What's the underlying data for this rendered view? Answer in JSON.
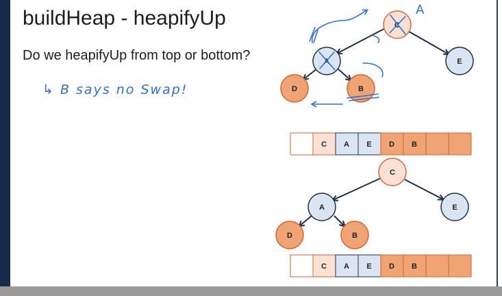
{
  "slide": {
    "title": "buildHeap - heapifyUp",
    "question": "Do we heapifyUp from top or bottom?",
    "handwritten_note": "↳ B   says  no  Swap!",
    "annotation_A": "A"
  },
  "colors": {
    "blue_node": "#dbe4f3",
    "orange_node": "#f0a476",
    "peach_node": "#fbe1d3",
    "edge": "#1f2f47",
    "ink": "#2f6fd4",
    "left_bar": "#16294a",
    "bottom_bar": "#9a9a9a"
  },
  "tree_before": {
    "nodes": [
      {
        "id": "root",
        "label": "C",
        "style": "peach"
      },
      {
        "id": "l",
        "label": "A",
        "style": "blue"
      },
      {
        "id": "r",
        "label": "E",
        "style": "blue"
      },
      {
        "id": "ll",
        "label": "D",
        "style": "orange"
      },
      {
        "id": "lr",
        "label": "B",
        "style": "orange"
      }
    ]
  },
  "array_before": {
    "cells": [
      {
        "label": "",
        "style": "white"
      },
      {
        "label": "C",
        "style": "peach"
      },
      {
        "label": "A",
        "style": "blue"
      },
      {
        "label": "E",
        "style": "blue"
      },
      {
        "label": "D",
        "style": "orange"
      },
      {
        "label": "B",
        "style": "orange"
      },
      {
        "label": "",
        "style": "orange"
      },
      {
        "label": "",
        "style": "orange"
      }
    ]
  },
  "tree_after": {
    "nodes": [
      {
        "id": "root",
        "label": "C",
        "style": "peach"
      },
      {
        "id": "l",
        "label": "A",
        "style": "blue"
      },
      {
        "id": "r",
        "label": "E",
        "style": "blue"
      },
      {
        "id": "ll",
        "label": "D",
        "style": "orange"
      },
      {
        "id": "lr",
        "label": "B",
        "style": "orange"
      }
    ]
  },
  "array_after": {
    "cells": [
      {
        "label": "",
        "style": "white"
      },
      {
        "label": "C",
        "style": "peach"
      },
      {
        "label": "A",
        "style": "blue"
      },
      {
        "label": "E",
        "style": "blue"
      },
      {
        "label": "D",
        "style": "orange"
      },
      {
        "label": "B",
        "style": "orange"
      },
      {
        "label": "",
        "style": "orange"
      },
      {
        "label": "",
        "style": "orange"
      }
    ]
  }
}
